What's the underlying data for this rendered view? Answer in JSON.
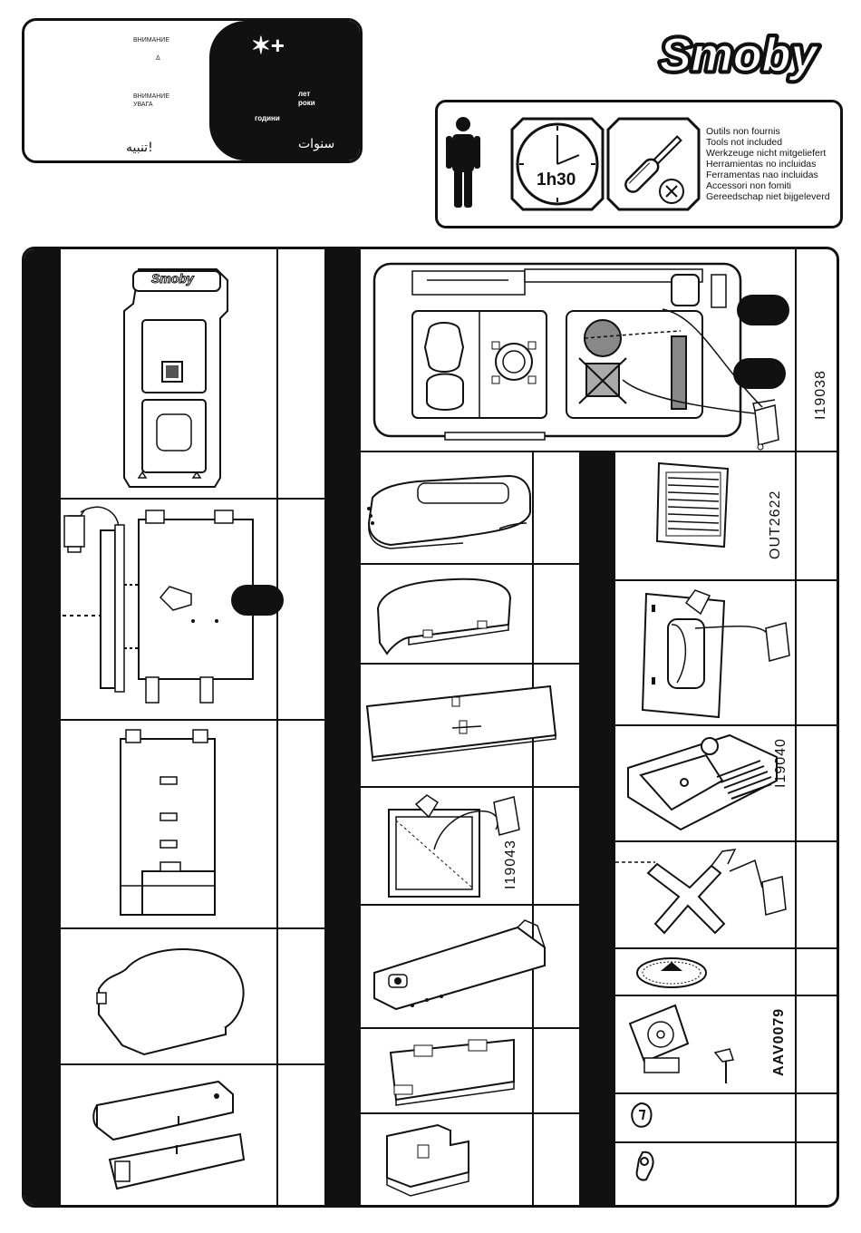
{
  "warning": {
    "line1": "ВНИМАНИЕ",
    "line2": "Δ",
    "line3": "ВНИМАНИЕ",
    "line4": "УВАГА",
    "arabic_warning": "تنبيه!",
    "age_symbol": "✶+",
    "years_ru": "лет",
    "years_uk": "роки",
    "years_bg": "години",
    "years_ar": "سنوات"
  },
  "brand": {
    "logo_text": "Smoby",
    "panel_logo_text": "Smoby"
  },
  "tools": {
    "time": "1h30",
    "captions": [
      "Outils non  fournis",
      "Tools not included",
      "Werkzeuge nicht mitgeliefert",
      "Herramientas no incluidas",
      "Ferramentas nao incluidas",
      "Accessori non fomiti",
      "Gereedschap niet bijgeleverd"
    ]
  },
  "part_codes": {
    "top_right": "I19038",
    "right_col_a": "OUT2622",
    "right_col_b": "I19040",
    "middle": "I19043",
    "bottom": "AAV0079"
  }
}
